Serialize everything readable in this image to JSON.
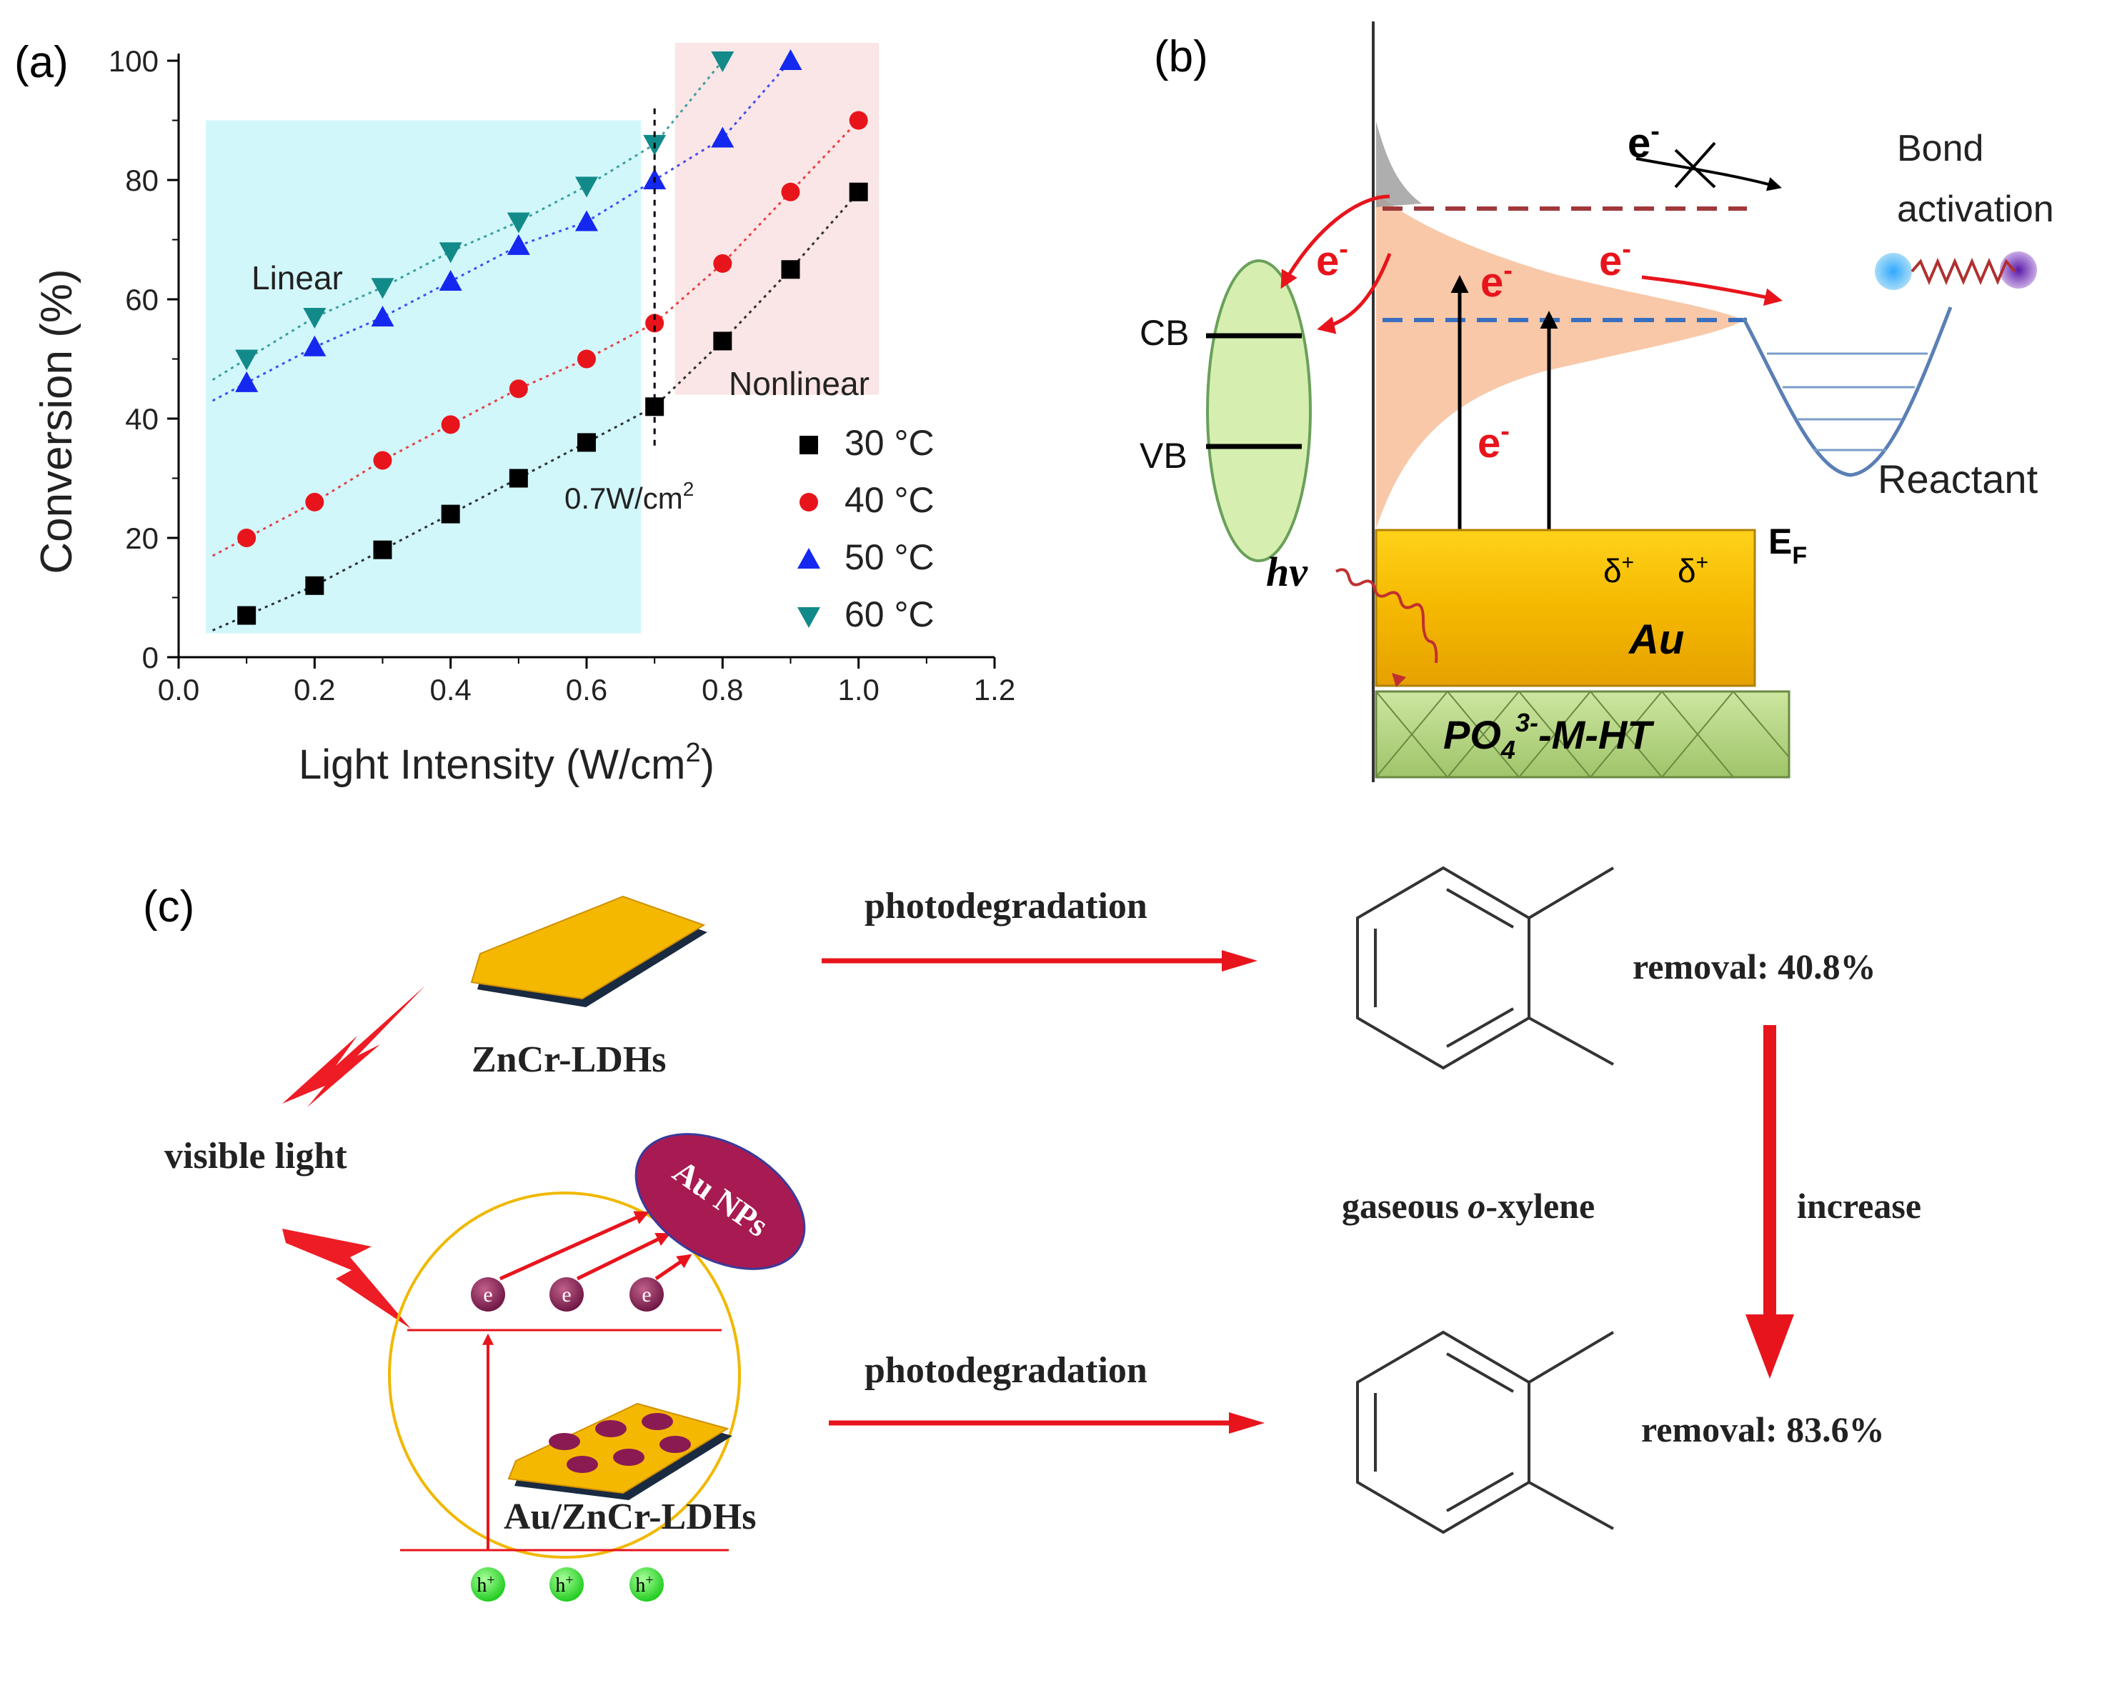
{
  "panel_a": {
    "label": "(a)",
    "linear_label": "Linear",
    "nonlinear_label": "Nonlinear",
    "threshold_label": "0.7W/cm",
    "threshold_sup": "2",
    "colors": {
      "s30": "#000000",
      "s40": "#e8141c",
      "s50": "#1428f0",
      "s60": "#138a8a",
      "linear_region": "#d2f7fa",
      "nonlinear_region": "#fae6e6"
    }
  },
  "chart_data": {
    "type": "scatter",
    "xlabel": "Light Intensity (W/cm",
    "xlabel_sup": "2",
    "xlabel_end": ")",
    "ylabel": "Conversion (%)",
    "xlim": [
      0.0,
      1.2
    ],
    "ylim": [
      0,
      100
    ],
    "xticks": [
      "0.0",
      "0.2",
      "0.4",
      "0.6",
      "0.8",
      "1.0",
      "1.2"
    ],
    "yticks": [
      "0",
      "20",
      "40",
      "60",
      "80",
      "100"
    ],
    "legend_position": "bottom-right",
    "series": [
      {
        "name": "30 °C",
        "marker": "square",
        "x": [
          0.1,
          0.2,
          0.3,
          0.4,
          0.5,
          0.6,
          0.7,
          0.8,
          0.9,
          1.0
        ],
        "y": [
          7,
          12,
          18,
          24,
          30,
          36,
          42,
          53,
          65,
          78
        ]
      },
      {
        "name": "40 °C",
        "marker": "circle",
        "x": [
          0.1,
          0.2,
          0.3,
          0.4,
          0.5,
          0.6,
          0.7,
          0.8,
          0.9,
          1.0
        ],
        "y": [
          20,
          26,
          33,
          39,
          45,
          50,
          56,
          66,
          78,
          90
        ]
      },
      {
        "name": "50 °C",
        "marker": "triangle-up",
        "x": [
          0.1,
          0.2,
          0.3,
          0.4,
          0.5,
          0.6,
          0.7,
          0.8,
          0.9
        ],
        "y": [
          46,
          52,
          57,
          63,
          69,
          73,
          80,
          87,
          100
        ]
      },
      {
        "name": "60 °C",
        "marker": "triangle-down",
        "x": [
          0.1,
          0.2,
          0.3,
          0.4,
          0.5,
          0.6,
          0.7,
          0.8
        ],
        "y": [
          50,
          57,
          62,
          68,
          73,
          79,
          86,
          100
        ]
      }
    ]
  },
  "panel_b": {
    "label": "(b)",
    "e_minus": "e",
    "minus": "-",
    "bond_activation_1": "Bond",
    "bond_activation_2": "activation",
    "cb": "CB",
    "vb": "VB",
    "hv": "hν",
    "reactant": "Reactant",
    "delta1": "δ",
    "delta2": "δ",
    "plus": "+",
    "au": "Au",
    "ef": "E",
    "ef_sub": "F",
    "support": "PO",
    "support_sub": "4",
    "support_sup": "3-",
    "support_end": "-M-HT"
  },
  "panel_c": {
    "label": "(c)",
    "photodeg_top": "photodegradation",
    "photodeg_bottom": "photodegradation",
    "zncr": "ZnCr-LDHs",
    "visible_light": "visible light",
    "au_nps": "Au NPs",
    "e": "e",
    "h": "h",
    "plus": "+",
    "au_zncr": "Au/ZnCr-LDHs",
    "removal_top": "removal: 40.8%",
    "removal_bottom": "removal: 83.6%",
    "gaseous_1": "gaseous ",
    "gaseous_2": "o",
    "gaseous_3": "-xylene",
    "increase": "increase"
  }
}
